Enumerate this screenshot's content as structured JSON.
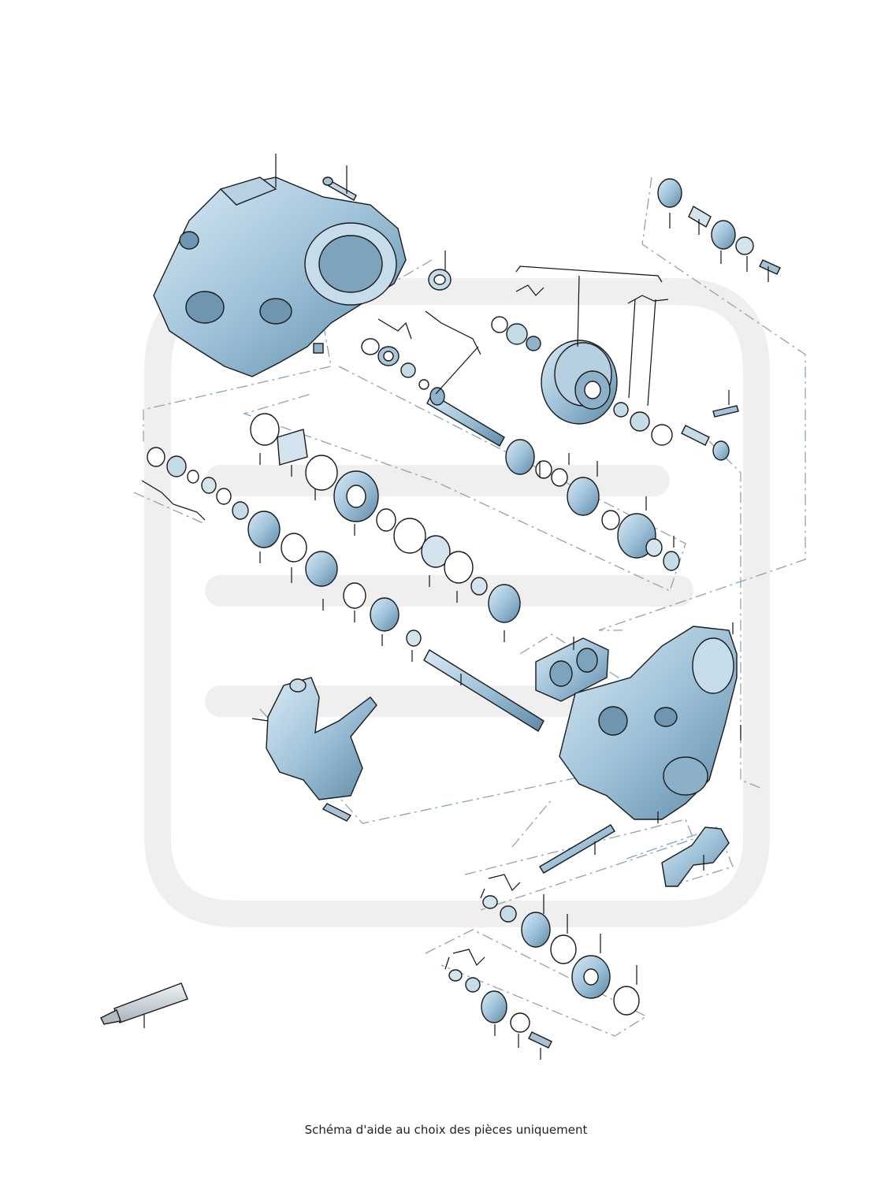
{
  "footer": {
    "caption": "Schéma d'aide au choix des pièces uniquement"
  },
  "colors": {
    "part_fill": "#9fc2d9",
    "part_shadow": "#5e8aa8",
    "part_highlight": "#d9eaf4",
    "outline": "#1a1a1a",
    "dash_line": "#8aa3b5",
    "watermark": "#ececec"
  },
  "diagram": {
    "subject": "manual gearbox exploded view",
    "parts": [
      "clutch-housing",
      "housing-bolt",
      "shim-ring",
      "input-bearing-set",
      "output-shaft",
      "differential",
      "final-drive-set",
      "flange-bolt",
      "gear-train-upper",
      "synchro-rings",
      "input-shaft",
      "main-gear",
      "gear-cover-plate",
      "gearbox-housing",
      "selector-mechanism",
      "shift-rod",
      "selector-fork",
      "reverse-gear-set",
      "bearing-seal",
      "sealant-tube"
    ]
  }
}
